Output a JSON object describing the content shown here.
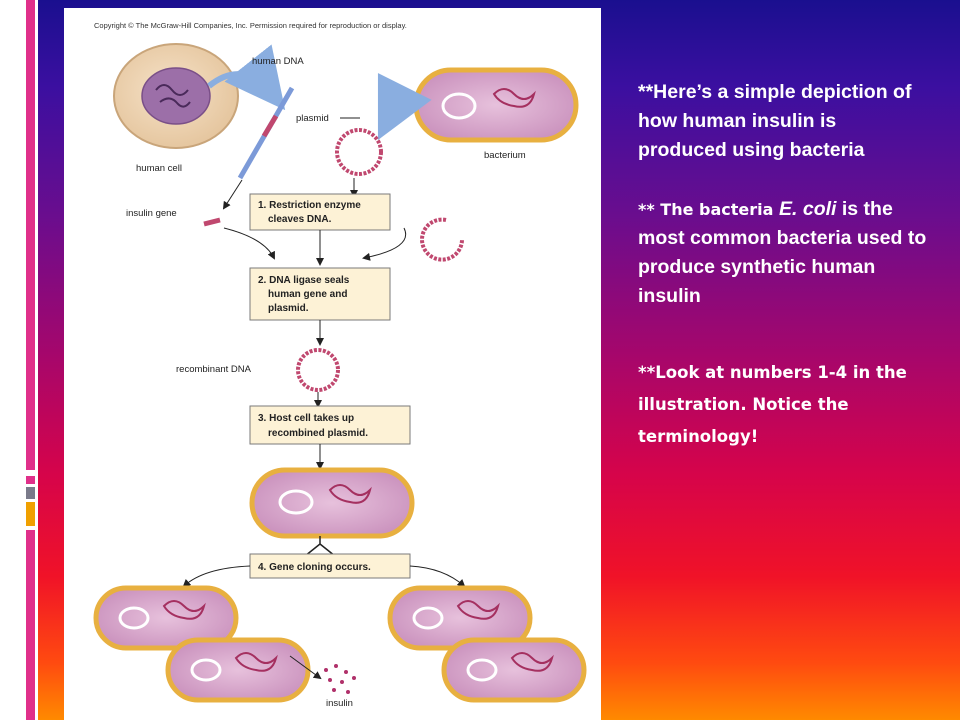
{
  "figure": {
    "copyright": "Copyright © The McGraw-Hill Companies, Inc. Permission required for reproduction or display.",
    "labels": {
      "human_dna": "human DNA",
      "plasmid": "plasmid",
      "human_cell": "human cell",
      "bacterium": "bacterium",
      "insulin_gene": "insulin gene",
      "recombinant_dna": "recombinant DNA",
      "insulin": "insulin"
    },
    "steps": [
      {
        "lines": [
          "1. Restriction enzyme",
          "cleaves DNA."
        ]
      },
      {
        "lines": [
          "2. DNA ligase seals",
          "human gene and",
          "plasmid."
        ]
      },
      {
        "lines": [
          "3. Host cell takes up",
          "recombined plasmid."
        ]
      },
      {
        "lines": [
          "4. Gene cloning occurs."
        ]
      }
    ]
  },
  "caption": {
    "para1": "**Here’s a simple depiction of how human insulin is produced using bacteria",
    "para2_prefix": "** The bacteria ",
    "para2_species": "E. coli",
    "para2_rest": " is the most common bacteria used to produce synthetic human insulin",
    "para3": "**Look at numbers 1-4 in the illustration. Notice the terminology!"
  },
  "colors": {
    "bg_top": "#1a0f8f",
    "bg_mid": "#a8066a",
    "bg_bottom": "#ff8a00",
    "cell_fill": "#d9a9cc",
    "cell_border": "#e8b040",
    "plasmid": "#c0486f",
    "step_box": "#fdf2d6"
  }
}
